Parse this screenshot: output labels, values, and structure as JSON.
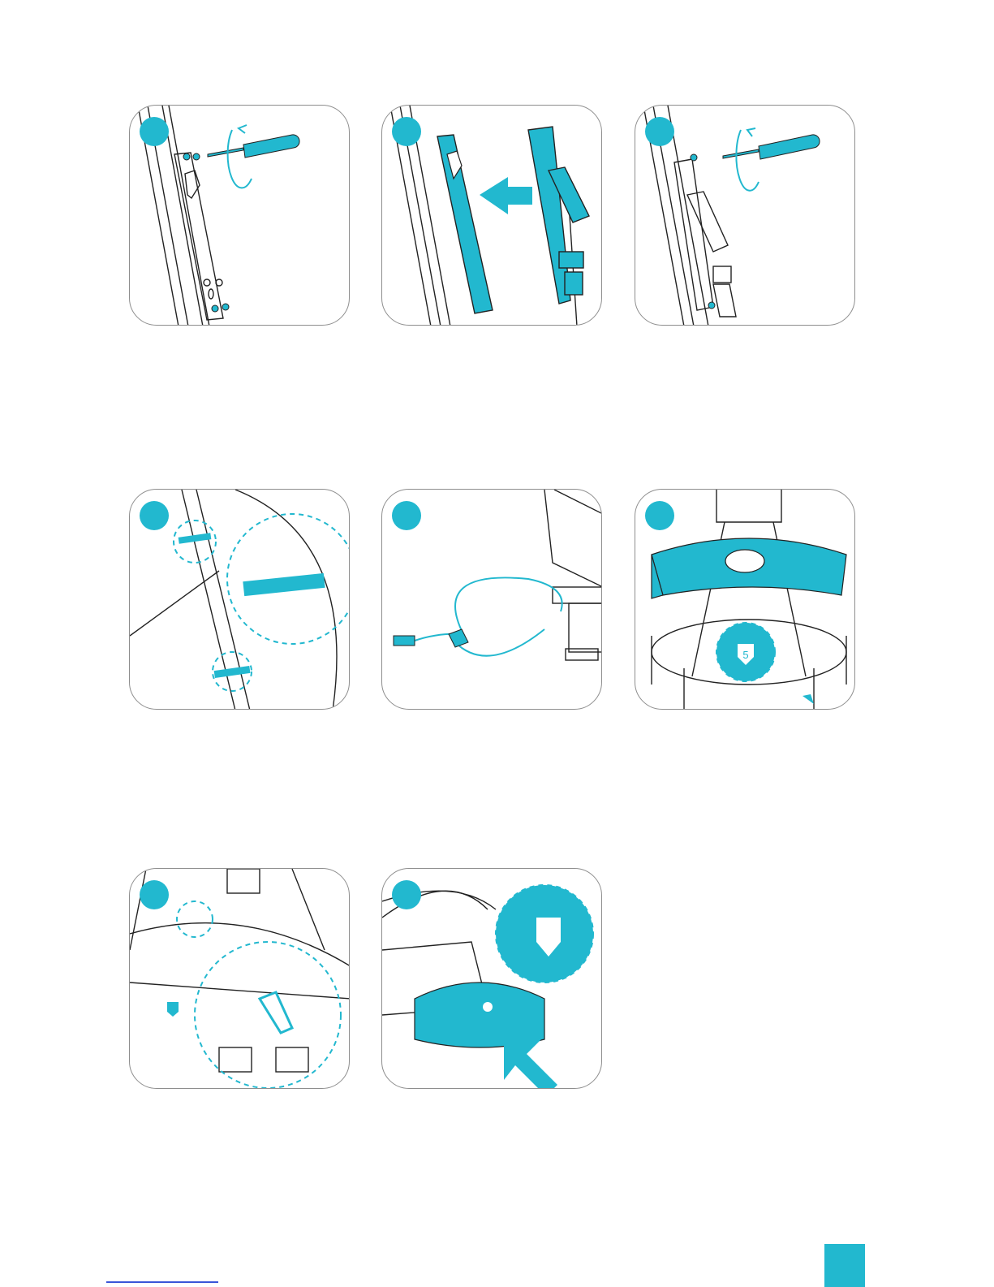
{
  "accent_color": "#22b8cf",
  "line_color": "#222222",
  "panel_border_color": "#8e8e8e",
  "panels": [
    {
      "id": "step-1",
      "icon": "screwdriver-unscrew-icon"
    },
    {
      "id": "step-2",
      "icon": "arrow-left-icon"
    },
    {
      "id": "step-3",
      "icon": "screwdriver-screw-icon"
    },
    {
      "id": "step-4",
      "icon": "cable-tie-icon"
    },
    {
      "id": "step-5",
      "icon": "power-cord-icon"
    },
    {
      "id": "step-6",
      "icon": "lift-cover-icon"
    },
    {
      "id": "step-7",
      "icon": "detail-zoom-icon"
    },
    {
      "id": "step-8",
      "icon": "arrow-up-left-icon"
    }
  ],
  "inline_labels": {
    "step6_marker": "5"
  }
}
